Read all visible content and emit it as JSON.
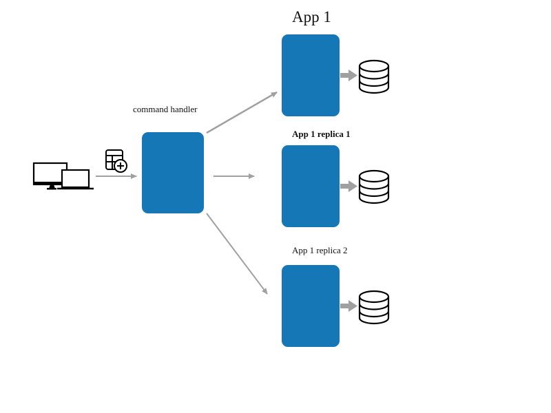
{
  "diagram": {
    "title": "App 1",
    "handler_label": "command handler",
    "replica1_label": "App 1 replica 1",
    "replica2_label": "App 1 replica 2",
    "colors": {
      "box": "#1677b7",
      "arrow": "#a0a0a0",
      "icon_stroke": "#000000"
    },
    "icons": {
      "client": "desktop-laptop-icon",
      "command": "add-command-icon",
      "database": "database-icon"
    }
  }
}
